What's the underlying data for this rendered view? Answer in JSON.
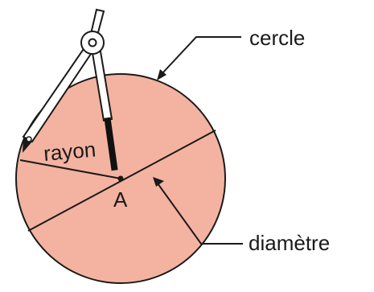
{
  "labels": {
    "circle": "cercle",
    "radius": "rayon",
    "center": "A",
    "diameter": "diamètre"
  },
  "colors": {
    "disk_fill": "#f3b3a0",
    "outline": "#1a1a1a",
    "compass_body": "#ffffff",
    "pencil_lead": "#111111",
    "background": "#ffffff"
  },
  "icons": {
    "compass": "compass-icon"
  }
}
